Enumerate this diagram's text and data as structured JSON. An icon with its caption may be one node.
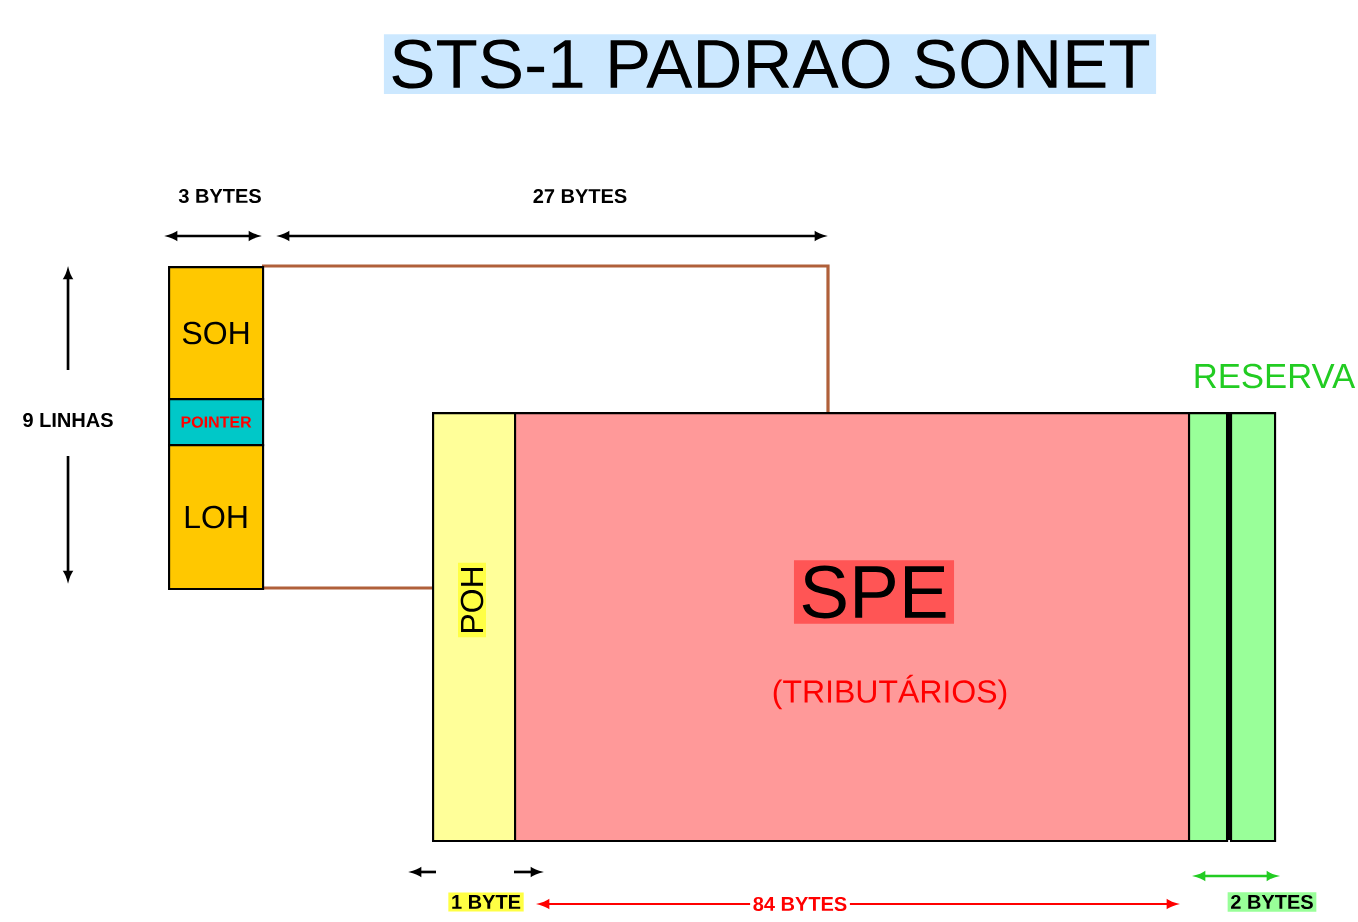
{
  "diagram": {
    "title": "STS-1   PADRAO SONET",
    "nodes": [
      {
        "text": [
          "SOH"
        ]
      },
      {
        "text": [
          "POINTER"
        ]
      },
      {
        "text": [
          "LOH"
        ]
      },
      {
        "text": [
          "POH"
        ]
      },
      {
        "text": [
          "SPE",
          "(TRIBUTÁRIOS)"
        ]
      },
      {
        "text": [],
        "shape": "bar"
      },
      {
        "text": [],
        "shape": "bar"
      }
    ],
    "labels": [
      "3 BYTES",
      "27 BYTES",
      "9 LINHAS",
      "RESERVA",
      "1 BYTE",
      "84 BYTES",
      "2 BYTES"
    ]
  }
}
